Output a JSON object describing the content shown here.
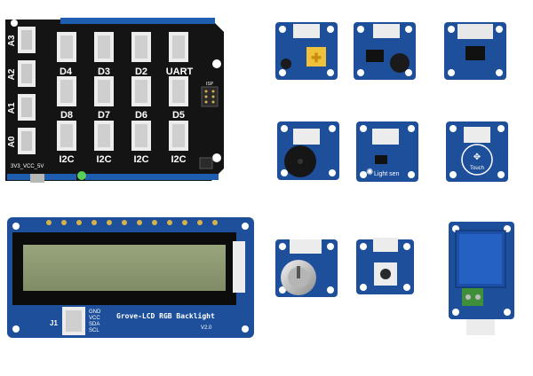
{
  "colors": {
    "pcb_blue": "#1d4f9a",
    "pcb_dark": "#0e2f66",
    "shield_black": "#141414",
    "connector_white": "#ececec",
    "lcd_green": "#8d9a72",
    "gold": "#d7b24a",
    "relay_blue": "#1b4fa8",
    "terminal_green": "#3f8f3a"
  },
  "shield": {
    "left_labels": [
      "A3",
      "A2",
      "A1",
      "A0"
    ],
    "top_row": [
      "D4",
      "D3",
      "D2",
      "UART"
    ],
    "mid_row": [
      "D8",
      "D7",
      "D6",
      "D5"
    ],
    "bottom_row": [
      "I2C",
      "I2C",
      "I2C",
      "I2C"
    ],
    "bottom_left_text": "3V3_VCC_5V",
    "isp_label": "ISP"
  },
  "lcd": {
    "title": "Grove-LCD RGB Backlight",
    "version": "V2.0",
    "connector_ref": "J1",
    "pins": [
      "GND",
      "VCC",
      "SDA",
      "SCL"
    ]
  },
  "modules": {
    "light_sensor_label": "Light sen",
    "touch_label": "Touch"
  }
}
